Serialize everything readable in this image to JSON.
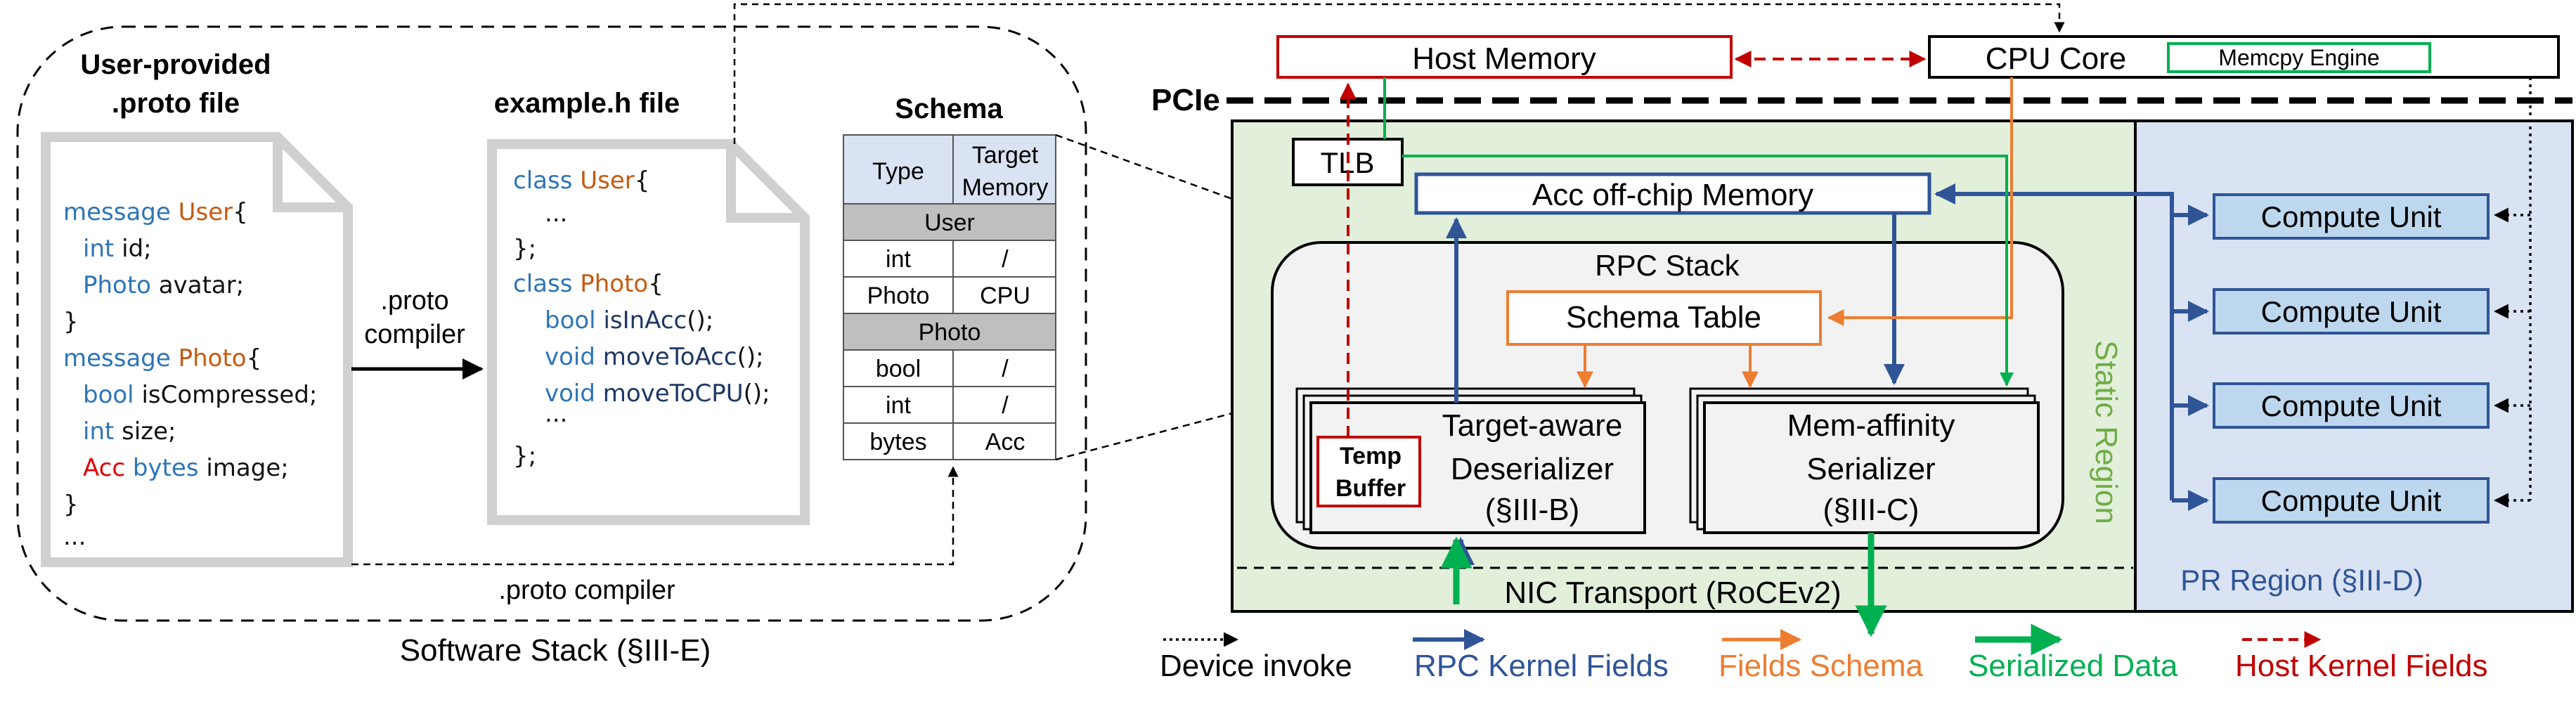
{
  "software_stack": {
    "title": "Software Stack (§III-E)",
    "proto_file": {
      "title_line1": "User-provided",
      "title_line2": ".proto file",
      "code": {
        "l1_kw": "message",
        "l1_ty": "User",
        "l1_rest": "{",
        "l2_kw": "int",
        "l2_rest": " id;",
        "l3_kw": "Photo",
        "l3_rest": " avatar;",
        "l4": "}",
        "l5_kw": "message",
        "l5_ty": "Photo",
        "l5_rest": "{",
        "l6_kw": "bool",
        "l6_rest": " isCompressed;",
        "l7_kw": "int",
        "l7_rest": " size;",
        "l8_acc": "Acc",
        "l8_kw": " bytes",
        "l8_rest": " image;",
        "l9": "}",
        "l10": "..."
      }
    },
    "compiler_arrow_label_line1": ".proto",
    "compiler_arrow_label_line2": "compiler",
    "bottom_compiler_label": ".proto compiler",
    "header_file": {
      "title": "example.h file",
      "code": {
        "l1_kw": "class",
        "l1_ty": "User",
        "l1_rest": "{",
        "l2": "...",
        "l3": "};",
        "l4_kw": "class",
        "l4_ty": "Photo",
        "l4_rest": "{",
        "l5_kw": "bool",
        "l5_fn": " isInAcc",
        "l5_rest": "();",
        "l6_kw": "void",
        "l6_fn": " moveToAcc",
        "l6_rest": "();",
        "l7_kw": "void",
        "l7_fn": " moveToCPU",
        "l7_rest": "();",
        "l8": "...",
        "l9": "};"
      }
    },
    "schema": {
      "title": "Schema",
      "col_type": "Type",
      "col_target_1": "Target",
      "col_target_2": "Memory",
      "group_user": "User",
      "user_rows": [
        [
          "int",
          "/"
        ],
        [
          "Photo",
          "CPU"
        ]
      ],
      "group_photo": "Photo",
      "photo_rows": [
        [
          "bool",
          "/"
        ],
        [
          "int",
          "/"
        ],
        [
          "bytes",
          "Acc"
        ]
      ]
    }
  },
  "hardware": {
    "host_memory": "Host Memory",
    "cpu_core": "CPU Core",
    "memcpy_engine": "Memcpy Engine",
    "pcie": "PCIe",
    "tlb": "TLB",
    "acc_memory": "Acc off-chip Memory",
    "rpc_stack": "RPC Stack",
    "schema_table": "Schema Table",
    "deserializer_line1": "Target-aware",
    "deserializer_line2": "Deserializer",
    "deserializer_line3": "(§III-B)",
    "temp_buffer_line1": "Temp",
    "temp_buffer_line2": "Buffer",
    "serializer_line1": "Mem-affinity",
    "serializer_line2": "Serializer",
    "serializer_line3": "(§III-C)",
    "nic_transport": "NIC Transport (RoCEv2)",
    "static_region": "Static Region",
    "pr_region": "PR Region (§III-D)",
    "compute_units": [
      "Compute Unit",
      "Compute Unit",
      "Compute Unit",
      "Compute Unit"
    ]
  },
  "legend": {
    "device_invoke": "Device invoke",
    "rpc_kernel_fields": "RPC Kernel Fields",
    "fields_schema": "Fields Schema",
    "serialized_data": "Serialized Data",
    "host_kernel_fields": "Host Kernel Fields"
  },
  "colors": {
    "blue": "#2F5597",
    "orange": "#ED7D31",
    "green": "#00B050",
    "red": "#C00000",
    "static_bg": "#E2EFDA",
    "pr_bg": "#DAE3F3",
    "unit_fill": "#BDD7EE",
    "schema_head": "#DAE3F3",
    "schema_group": "#BFBFBF"
  }
}
